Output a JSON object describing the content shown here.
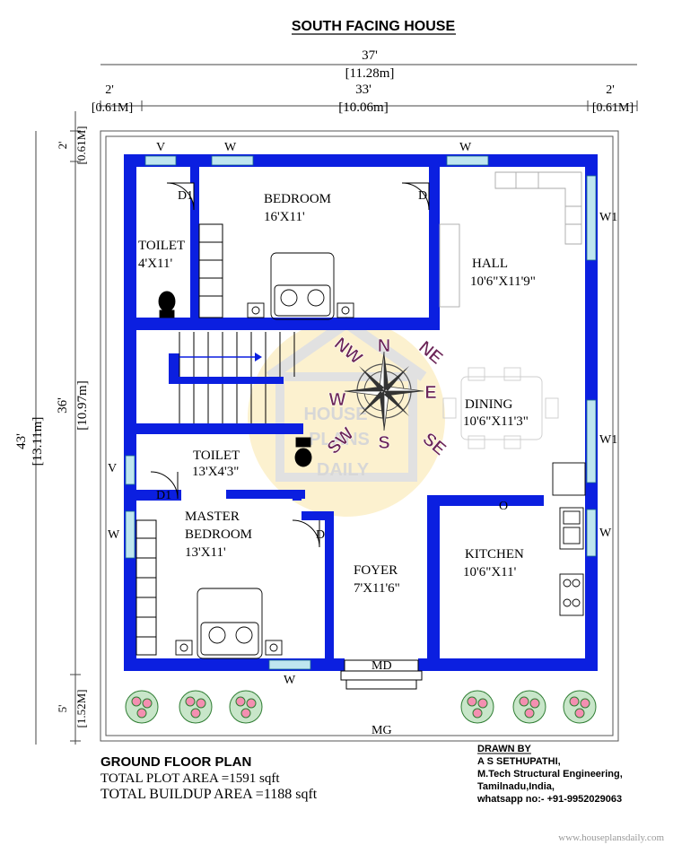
{
  "title": "SOUTH FACING HOUSE",
  "dimensions": {
    "top_total_ft": "37'",
    "top_total_m": "[11.28m]",
    "top_left_ft": "2'",
    "top_left_m": "[0.61M]",
    "top_mid_ft": "33'",
    "top_mid_m": "[10.06m]",
    "top_right_ft": "2'",
    "top_right_m": "[0.61M]",
    "left_total_ft": "43'",
    "left_total_m": "[13.11m]",
    "left_top_ft": "2'",
    "left_top_m": "[0.61M]",
    "left_mid_ft": "36'",
    "left_mid_m": "[10.97m]",
    "left_bottom_ft": "5'",
    "left_bottom_m": "[1.52M]"
  },
  "rooms": {
    "toilet1_name": "TOILET",
    "toilet1_size": "4'X11'",
    "bedroom_name": "BEDROOM",
    "bedroom_size": "16'X11'",
    "hall_name": "HALL",
    "hall_size": "10'6\"X11'9\"",
    "dining_name": "DINING",
    "dining_size": "10'6\"X11'3\"",
    "toilet2_name": "TOILET",
    "toilet2_size": "13'X4'3\"",
    "master_name_1": "MASTER",
    "master_name_2": "BEDROOM",
    "master_size": "13'X11'",
    "foyer_name": "FOYER",
    "foyer_size": "7'X11'6\"",
    "kitchen_name": "KITCHEN",
    "kitchen_size": "10'6\"X11'"
  },
  "openings": {
    "v_top": "V",
    "w_top1": "W",
    "w_top2": "W",
    "d1_top": "D1",
    "d_bedroom": "D",
    "w1_hall": "W1",
    "w1_dining": "W1",
    "v_left": "V",
    "d1_mid": "D1",
    "w_left": "W",
    "d_master": "D",
    "o_kitchen": "O",
    "w_kitchen": "W",
    "w_bottom": "W",
    "md": "MD",
    "mg": "MG"
  },
  "compass": {
    "n": "N",
    "ne": "NE",
    "e": "E",
    "se": "SE",
    "s": "S",
    "sw": "SW",
    "w": "W",
    "nw": "NW"
  },
  "watermark": {
    "line1": "HOUSE",
    "line2": "PLANS",
    "line3": "DAILY"
  },
  "footer": {
    "plan_title": "GROUND FLOOR PLAN",
    "plot_area": "TOTAL PLOT AREA =1591 sqft",
    "buildup_area": "TOTAL BUILDUP AREA =1188 sqft",
    "drawn_by": "DRAWN BY",
    "author": "A S SETHUPATHI,",
    "degree": "M.Tech Structural Engineering,",
    "location": "Tamilnadu,India,",
    "contact": "whatsapp no:- +91-9952029063",
    "website": "www.houseplansdaily.com"
  },
  "colors": {
    "wall": "#0b1fe0",
    "window": "#bfe6ef",
    "compass": "#6b2557",
    "watermark": "#f5d77e"
  }
}
